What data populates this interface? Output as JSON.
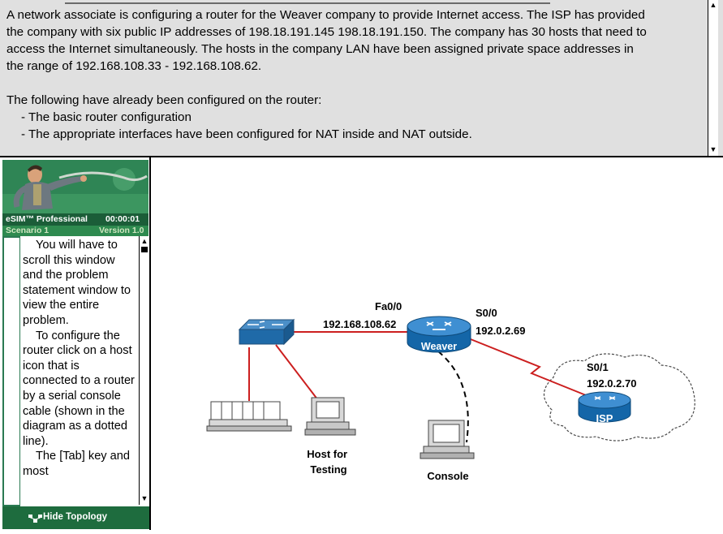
{
  "problem": {
    "lines": [
      "A network associate is configuring a router for the Weaver company to provide Internet access. The ISP has provided",
      "the company with six public IP addresses of 198.18.191.145 198.18.191.150. The company has 30 hosts that need to",
      "access the Internet simultaneously.  The hosts in the company LAN have been assigned private space addresses in",
      "the range of 192.168.108.33  - 192.168.108.62."
    ],
    "lead": "The following have already been configured on the router:",
    "bullets": [
      "- The basic router configuration",
      "- The appropriate interfaces have been configured for NAT inside and NAT outside."
    ]
  },
  "sim": {
    "product": "eSIM™ Professional",
    "timer": "00:00:01",
    "scenario": "Scenario 1",
    "version": "Version 1.0",
    "hide_topology": "Hide Topology"
  },
  "instructions": {
    "paragraphs": [
      "You will have to scroll this window and the problem statement window to view the entire problem.",
      "To configure the router click on a host icon that is connected to a router by a serial console cable (shown in the diagram as a dotted line).",
      "The [Tab] key and most"
    ]
  },
  "topology": {
    "router_weaver": "Weaver",
    "router_isp": "ISP",
    "fa00_label": "Fa0/0",
    "fa00_ip": "192.168.108.62",
    "s00_label": "S0/0",
    "s00_ip": "192.0.2.69",
    "s01_label": "S0/1",
    "s01_ip": "192.0.2.70",
    "host_testing": "Host for\nTesting",
    "console": "Console"
  },
  "colors": {
    "link": "#cc1f1f",
    "router": "#1670b4",
    "panel_green": "#2a7a52",
    "problem_bg": "#e0e0e0"
  }
}
